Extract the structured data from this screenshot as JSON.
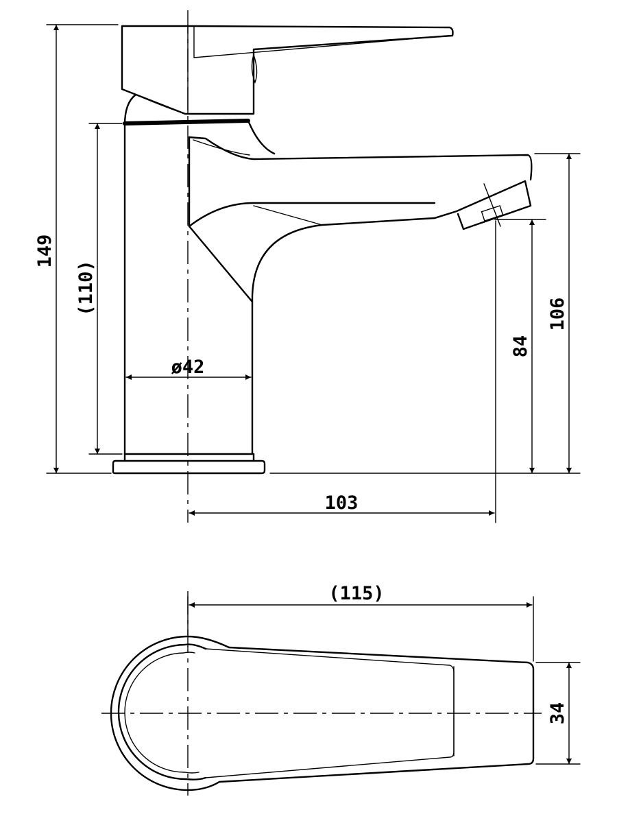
{
  "dimensions": {
    "height_total": "149",
    "body_height": "(110)",
    "diameter": "ø42",
    "outlet_height": "84",
    "spout_top_height": "106",
    "reach": "103",
    "top_length": "(115)",
    "top_width": "34"
  }
}
